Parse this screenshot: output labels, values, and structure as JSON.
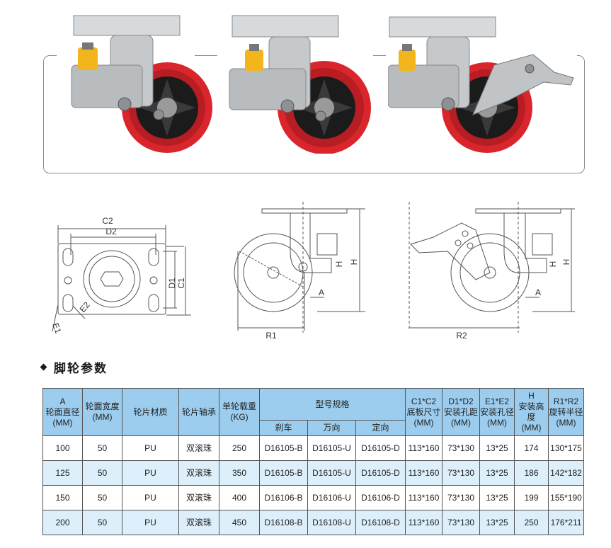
{
  "section": {
    "title": "脚轮参数"
  },
  "drawings": {
    "top_view": {
      "c2": "C2",
      "d2": "D2",
      "d1": "D1",
      "c1": "C1",
      "e1": "E1",
      "e2": "E2"
    },
    "side_view": {
      "a": "A",
      "h": "H",
      "r1": "R1"
    },
    "brake_view": {
      "a": "A",
      "h": "H",
      "r2": "R2"
    },
    "hub_mark": "H"
  },
  "table": {
    "headers": {
      "a_lines": [
        "A",
        "轮面直径",
        "(MM)"
      ],
      "width_lines": [
        "轮面宽度",
        "(MM)"
      ],
      "material": "轮片材质",
      "bearing": "轮片轴承",
      "load_lines": [
        "单轮载重",
        "(KG)"
      ],
      "model_group": "型号规格",
      "model_brake": "刹车",
      "model_swivel": "万向",
      "model_fixed": "定向",
      "c_lines": [
        "C1*C2",
        "底板尺寸",
        "(MM)"
      ],
      "d_lines": [
        "D1*D2",
        "安装孔距",
        "(MM)"
      ],
      "e_lines": [
        "E1*E2",
        "安装孔径",
        "(MM)"
      ],
      "h_lines": [
        "H",
        "安装高度",
        "(MM)"
      ],
      "r_lines": [
        "R1*R2",
        "旋转半径",
        "(MM)"
      ]
    },
    "rows": [
      {
        "diameter": "100",
        "width": "50",
        "material": "PU",
        "bearing": "双滚珠",
        "load": "250",
        "brake": "D16105-B",
        "swivel": "D16105-U",
        "fixed": "D16105-D",
        "plate": "113*160",
        "hole_dist": "73*130",
        "hole_dia": "13*25",
        "height": "174",
        "radius": "130*175"
      },
      {
        "diameter": "125",
        "width": "50",
        "material": "PU",
        "bearing": "双滚珠",
        "load": "350",
        "brake": "D16105-B",
        "swivel": "D16105-U",
        "fixed": "D16105-D",
        "plate": "113*160",
        "hole_dist": "73*130",
        "hole_dia": "13*25",
        "height": "186",
        "radius": "142*182"
      },
      {
        "diameter": "150",
        "width": "50",
        "material": "PU",
        "bearing": "双滚珠",
        "load": "400",
        "brake": "D16106-B",
        "swivel": "D16106-U",
        "fixed": "D16106-D",
        "plate": "113*160",
        "hole_dist": "73*130",
        "hole_dia": "13*25",
        "height": "199",
        "radius": "155*190"
      },
      {
        "diameter": "200",
        "width": "50",
        "material": "PU",
        "bearing": "双滚珠",
        "load": "450",
        "brake": "D16108-B",
        "swivel": "D16108-U",
        "fixed": "D16108-D",
        "plate": "113*160",
        "hole_dist": "73*130",
        "hole_dia": "13*25",
        "height": "250",
        "radius": "176*211"
      }
    ]
  },
  "colors": {
    "header_bg": "#9ccdee",
    "alt_row_bg": "#ddeffa",
    "wheel_red": "#d9262c",
    "hub_black": "#1b1b1b",
    "spring_yellow": "#f2b51c",
    "steel": "#c5c9cc"
  },
  "icons": [
    "diamond-bullet-icon"
  ]
}
